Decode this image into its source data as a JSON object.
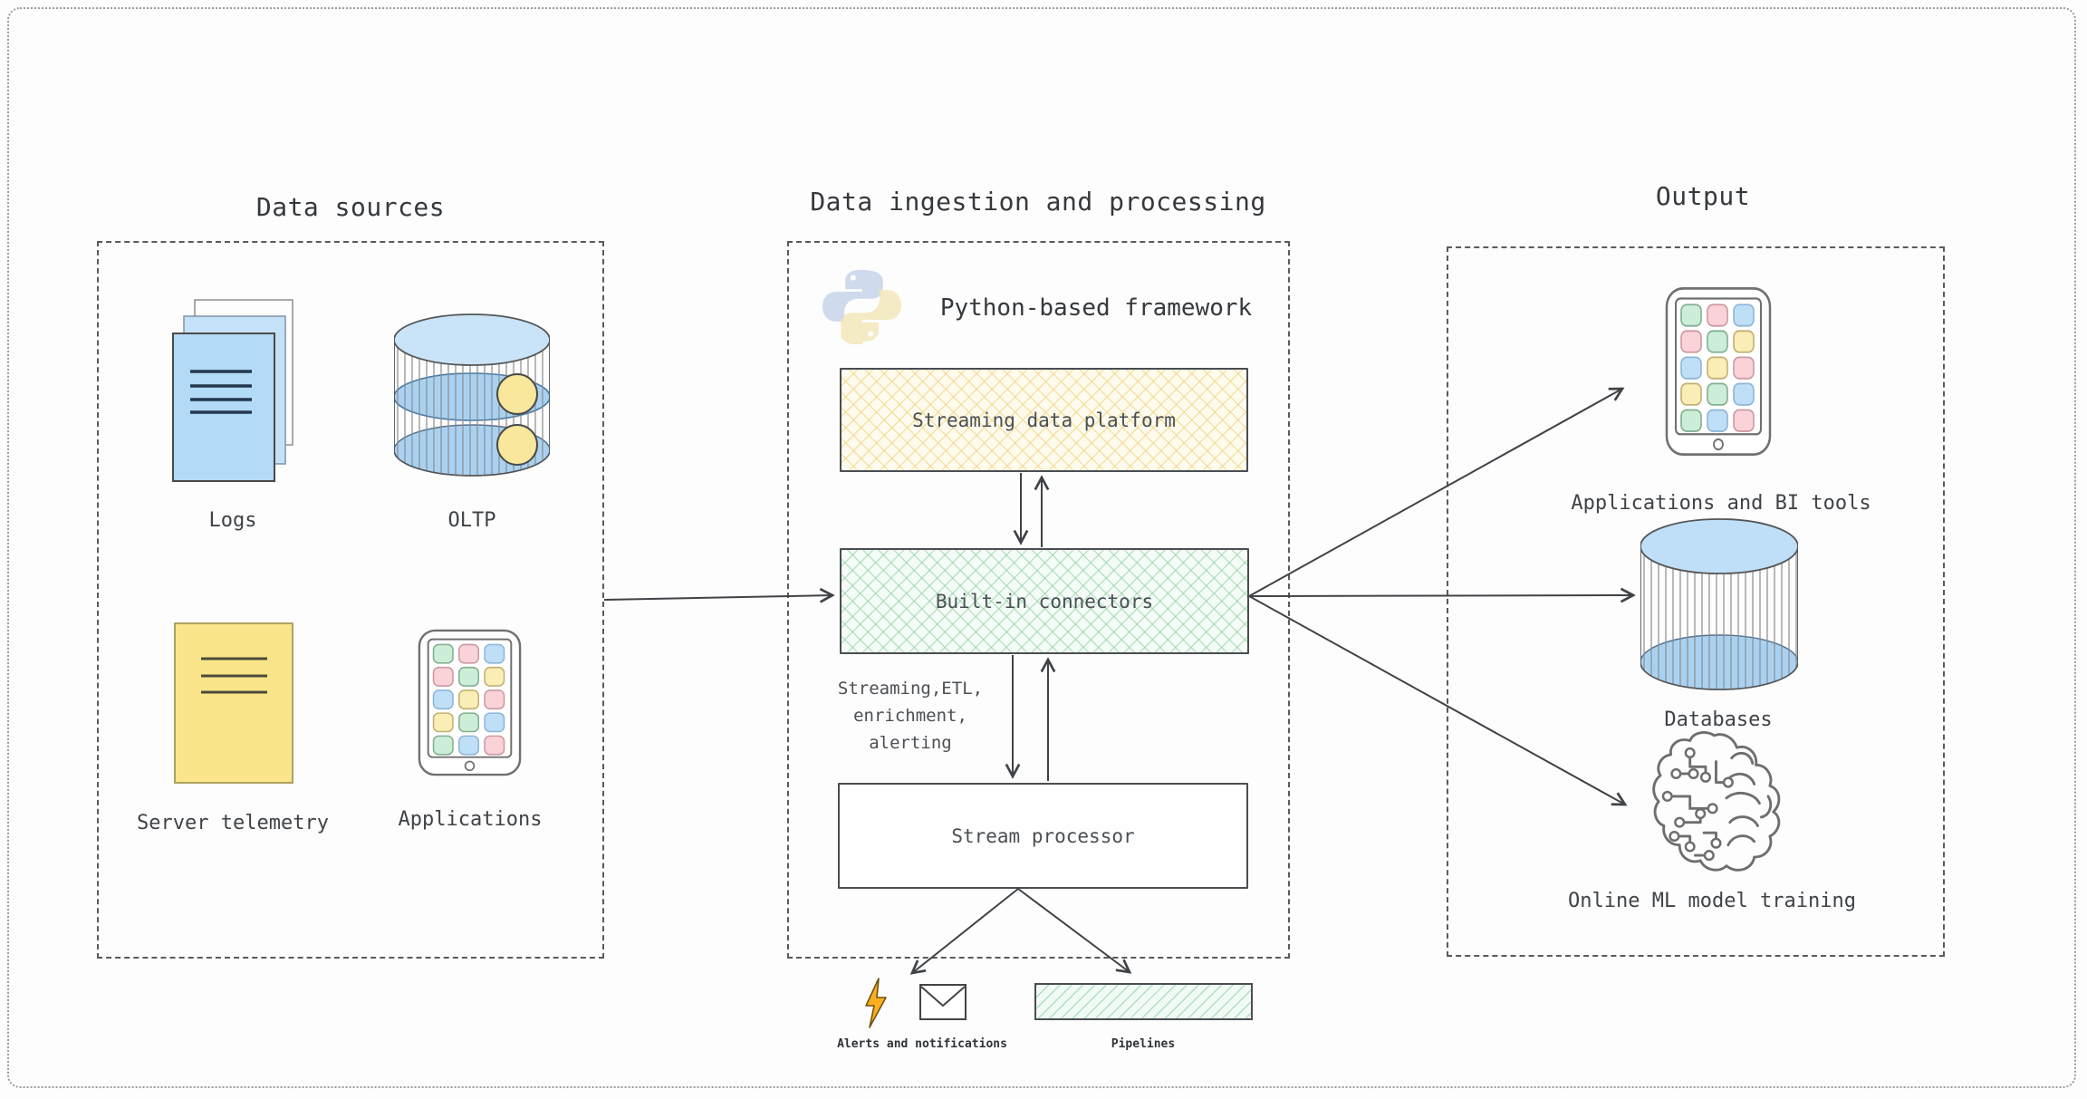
{
  "diagram": {
    "sources": {
      "title": "Data sources",
      "items": [
        {
          "label": "Logs"
        },
        {
          "label": "OLTP"
        },
        {
          "label": "Server telemetry"
        },
        {
          "label": "Applications"
        }
      ]
    },
    "processing": {
      "title": "Data ingestion and processing",
      "framework": "Python-based framework",
      "streaming_platform": "Streaming data platform",
      "connectors": "Built-in connectors",
      "stream_processor": "Stream processor",
      "flow_lines": [
        "Streaming,ETL,",
        "enrichment,",
        "alerting"
      ],
      "below": [
        {
          "label": "Alerts and notifications"
        },
        {
          "label": "Pipelines"
        }
      ]
    },
    "output": {
      "title": "Output",
      "items": [
        {
          "label": "Applications and BI tools"
        },
        {
          "label": "Databases"
        },
        {
          "label": "Online ML model training"
        }
      ]
    }
  },
  "colors": {
    "text": "#3f4347",
    "solid_box_border": "#4a4e52",
    "dashed_border": "#5a5a5a",
    "hatch_yellow": "#f0cd6e",
    "hatch_green": "#7fca96",
    "light_blue": "#b3daf7",
    "light_yellow": "#fae58a",
    "bolt_orange": "#fcae1e",
    "chip_green": "#cdeed6",
    "chip_pink": "#fad3d9",
    "chip_blue": "#bfdff7",
    "chip_yellow": "#faedb5"
  }
}
